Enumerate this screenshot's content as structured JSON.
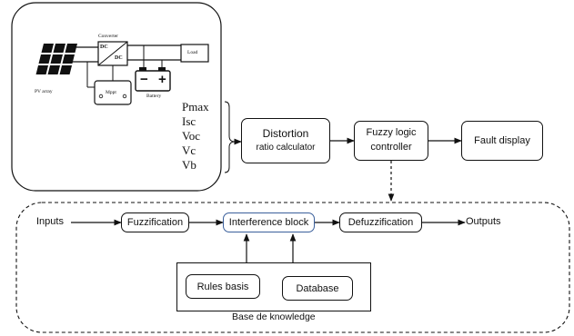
{
  "pv_system": {
    "pv_array_label": "PV array",
    "converter_label": "Converter",
    "converter_in": "DC",
    "converter_out": "DC",
    "load_label": "Load",
    "mppt_label": "Mppt",
    "battery_label": "Battery",
    "battery_minus": "−",
    "battery_plus": "+"
  },
  "parameters": [
    "Pmax",
    "Isc",
    "Voc",
    "Vc",
    "Vb"
  ],
  "blocks": {
    "distortion": {
      "line1": "Distortion",
      "line2": "ratio calculator"
    },
    "fuzzy_controller": {
      "line1": "Fuzzy logic",
      "line2": "controller"
    },
    "fault_display": "Fault display"
  },
  "fuzzy_system": {
    "inputs": "Inputs",
    "fuzzification": "Fuzzification",
    "interference_block": "Interference block",
    "defuzzification": "Defuzzification",
    "outputs": "Outputs",
    "rules_basis": "Rules basis",
    "database": "Database",
    "knowledge_base": "Base de knowledge"
  },
  "colors": {
    "line": "#111111",
    "interference_border": "#3a5f9b"
  }
}
